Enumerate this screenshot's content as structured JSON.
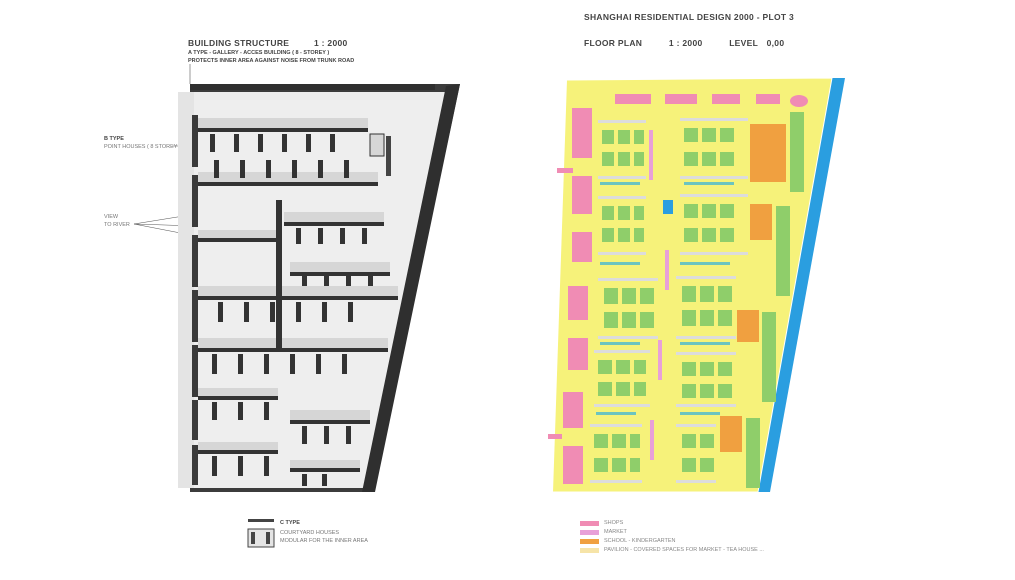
{
  "left_panel": {
    "heading": "BUILDING STRUCTURE",
    "scale": "1 : 2000",
    "type_a_line": "A TYPE - GALLERY - ACCES BUILDING ( 8 - STOREY )",
    "type_a_note": "PROTECTS INNER AREA AGAINST NOISE FROM TRUNK ROAD",
    "type_b_label": "B TYPE",
    "type_b_desc": "POINT HOUSES ( 8 STOREY )",
    "view_label": "VIEW",
    "view_desc": "TO RIVER",
    "type_c_label": "C TYPE",
    "type_c_desc1": "COURTYARD HOUSES",
    "type_c_desc2": "MODULAR FOR THE INNER AREA"
  },
  "right_panel": {
    "title": "SHANGHAI RESIDENTIAL DESIGN 2000 - PLOT 3",
    "plan_label": "FLOOR PLAN",
    "scale": "1 : 2000",
    "level_label": "LEVEL",
    "level_value": "0,00"
  },
  "legend": [
    {
      "label": "SHOPS",
      "color": "#f08cb4"
    },
    {
      "label": "MARKET",
      "color": "#e8a0d8"
    },
    {
      "label": "SCHOOL - KINDERGARTEN",
      "color": "#f0a040"
    },
    {
      "label": "PAVILION - COVERED SPACES FOR MARKET - TEA HOUSE ...",
      "color": "#f6e4a8"
    }
  ],
  "colors": {
    "ground": "#f6f27a",
    "green": "#8fce6a",
    "building": "#e8e8e8",
    "shops": "#f08cb4",
    "school": "#f0a040",
    "river": "#2a9ee0",
    "dark_wall": "#3a3a3a"
  }
}
